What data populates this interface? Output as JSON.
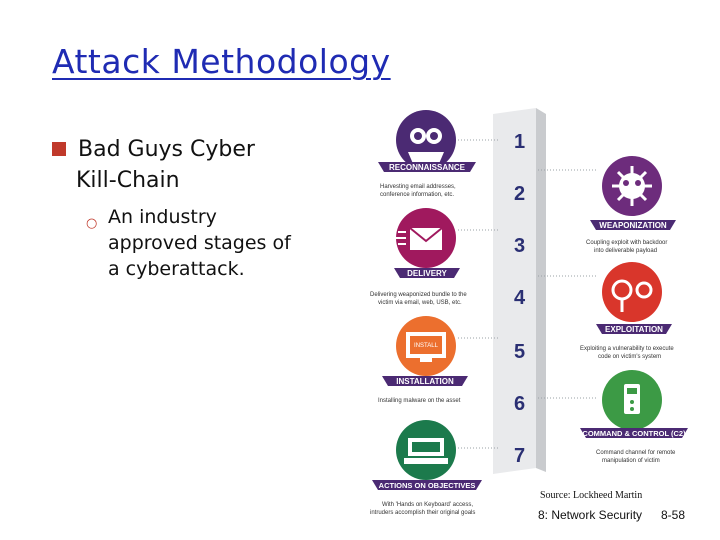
{
  "slide": {
    "title": "Attack Methodology",
    "bullet": "Bad Guys Cyber",
    "bullet_cont": "Kill-Chain",
    "sub_lines": [
      "An industry",
      "approved stages of",
      "a cyberattack."
    ]
  },
  "infographic": {
    "stages": [
      {
        "number": "1",
        "label": "RECONNAISSANCE",
        "desc": [
          "Harvesting email addresses,",
          "conference information, etc."
        ],
        "color": "#4b2a73"
      },
      {
        "number": "2",
        "label": "WEAPONIZATION",
        "desc": [
          "Coupling exploit with backdoor",
          "into deliverable payload"
        ],
        "color": "#6d2c7c"
      },
      {
        "number": "3",
        "label": "DELIVERY",
        "desc": [
          "Delivering weaponized bundle to the",
          "victim via email, web, USB, etc."
        ],
        "color": "#a0195e"
      },
      {
        "number": "4",
        "label": "EXPLOITATION",
        "desc": [
          "Exploiting a vulnerability to execute",
          "code on victim's system"
        ],
        "color": "#d9362b"
      },
      {
        "number": "5",
        "label": "INSTALLATION",
        "desc": [
          "Installing malware on the asset"
        ],
        "color": "#ec6f2e"
      },
      {
        "number": "6",
        "label": "COMMAND & CONTROL (C2)",
        "desc": [
          "Command channel for remote",
          "manipulation of victim"
        ],
        "color": "#3c9a45"
      },
      {
        "number": "7",
        "label": "ACTIONS ON OBJECTIVES",
        "desc": [
          "With 'Hands on Keyboard' access,",
          "intruders accomplish their original goals"
        ],
        "color": "#1c7a4c"
      }
    ],
    "install_screen_text": "INSTALL"
  },
  "footer": {
    "source": "Source: Lockheed Martin",
    "chapter": "8: Network Security",
    "page": "8-58"
  }
}
